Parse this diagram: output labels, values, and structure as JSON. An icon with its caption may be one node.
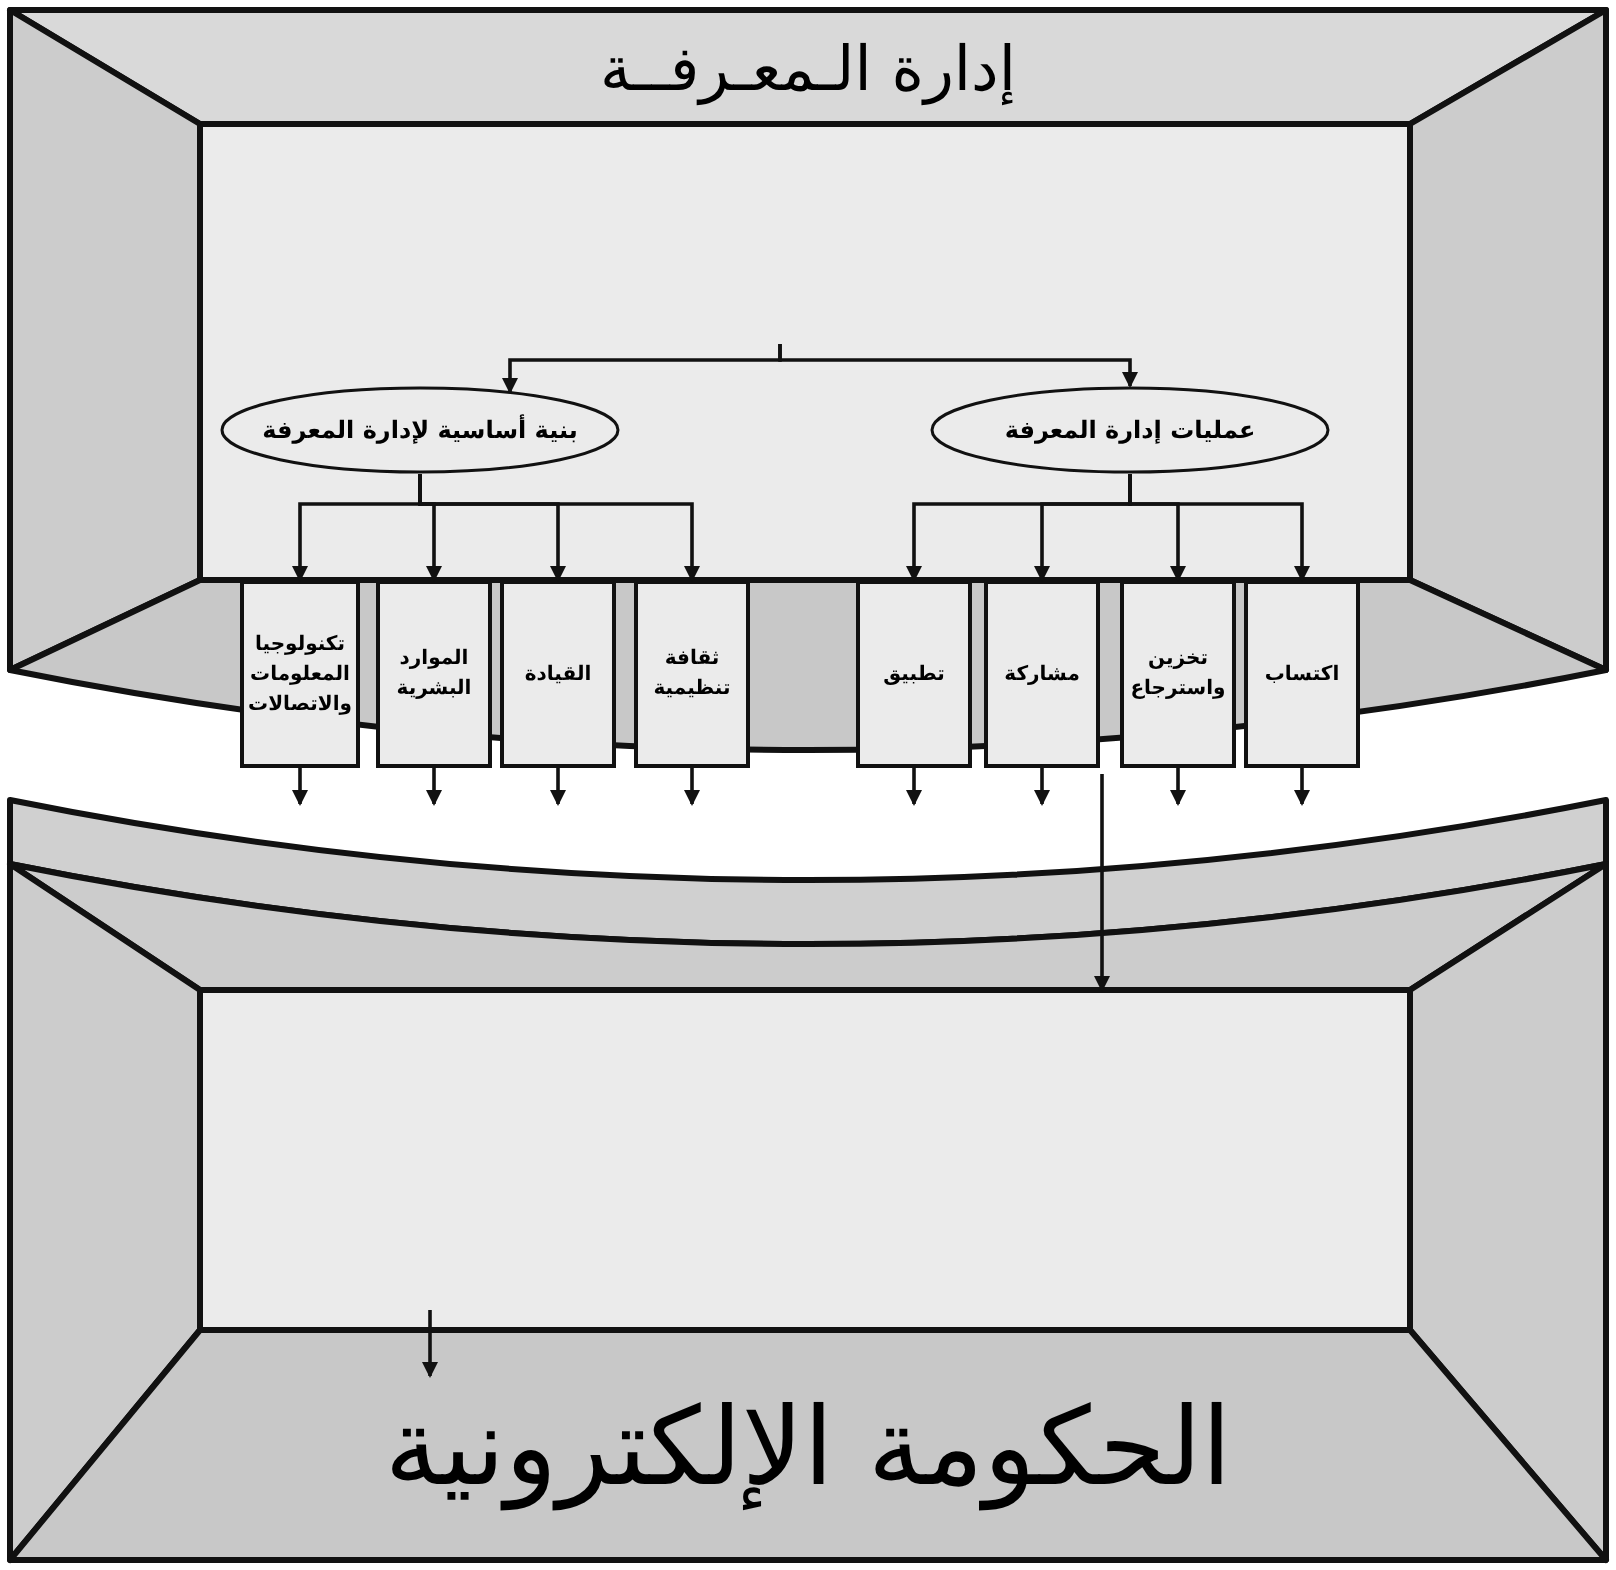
{
  "diagram": {
    "nodes": [
      {
        "text": [
          "إدارة الـمعـرفــة"
        ]
      },
      {
        "text": [
          "بنية أساسية لإدارة المعرفة"
        ],
        "in": 0
      },
      {
        "text": [
          "عمليات إدارة المعرفة"
        ],
        "in": 0
      },
      {
        "text": [
          "تكنولوجيا المعلومات والاتصالات"
        ],
        "in": 0
      },
      {
        "text": [
          "الموارد البشرية"
        ],
        "in": 0
      },
      {
        "text": [
          "القيادة"
        ],
        "in": 0
      },
      {
        "text": [
          "ثقافة تنظيمية"
        ],
        "in": 0
      },
      {
        "text": [
          "تطبيق"
        ],
        "in": 0
      },
      {
        "text": [
          "مشاركة"
        ],
        "in": 0
      },
      {
        "text": [
          "تخزين واسترجاع"
        ],
        "in": 0
      },
      {
        "text": [
          "اكتساب"
        ],
        "in": 0
      },
      {
        "text": [],
        "shape": "box"
      },
      {
        "text": [
          "الحكومة الإلكترونية"
        ],
        "in": 11
      }
    ],
    "edges": [
      {
        "from": null,
        "to": 1,
        "arrow": "to"
      },
      {
        "from": null,
        "to": 2,
        "arrow": "to"
      },
      {
        "from": 1,
        "to": 3,
        "arrow": "to"
      },
      {
        "from": 1,
        "to": 4,
        "arrow": "to"
      },
      {
        "from": 1,
        "to": 5,
        "arrow": "to"
      },
      {
        "from": 1,
        "to": 6,
        "arrow": "to"
      },
      {
        "from": 2,
        "to": 7,
        "arrow": "to"
      },
      {
        "from": 2,
        "to": 8,
        "arrow": "to"
      },
      {
        "from": 2,
        "to": 9,
        "arrow": "to"
      },
      {
        "from": 2,
        "to": 10,
        "arrow": "to"
      },
      {
        "from": 3,
        "to": null,
        "arrow": "to"
      },
      {
        "from": 4,
        "to": null,
        "arrow": "to"
      },
      {
        "from": 5,
        "to": null,
        "arrow": "to"
      },
      {
        "from": 6,
        "to": null,
        "arrow": "to"
      },
      {
        "from": 7,
        "to": null,
        "arrow": "to"
      },
      {
        "from": 8,
        "to": null,
        "arrow": "to"
      },
      {
        "from": 9,
        "to": null,
        "arrow": "to"
      },
      {
        "from": 10,
        "to": null,
        "arrow": "to"
      },
      {
        "from": 0,
        "to": 11,
        "arrow": "to"
      },
      {
        "from": null,
        "to": 12,
        "arrow": "to"
      }
    ]
  }
}
